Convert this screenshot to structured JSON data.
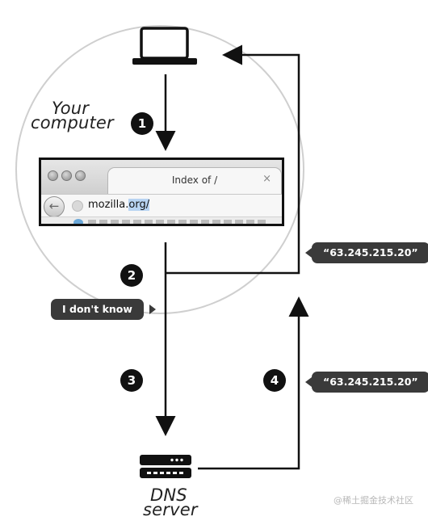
{
  "your_computer_label": [
    "Your",
    "computer"
  ],
  "browser": {
    "tab_title": "Index of /",
    "tab_close": "×",
    "url_plain": "mozilla.",
    "url_selected": "org/"
  },
  "steps": [
    "1",
    "2",
    "3",
    "4"
  ],
  "bubbles": {
    "unknown": "I don't know",
    "answer_top": "“63.245.215.20”",
    "answer_bottom": "“63.245.215.20”"
  },
  "dns_label": [
    "DNS",
    "server"
  ],
  "watermark": "@稀土掘金技术社区",
  "colors": {
    "line": "#111111",
    "circle": "#c9c9c9",
    "bubble": "#3a3a3a"
  }
}
